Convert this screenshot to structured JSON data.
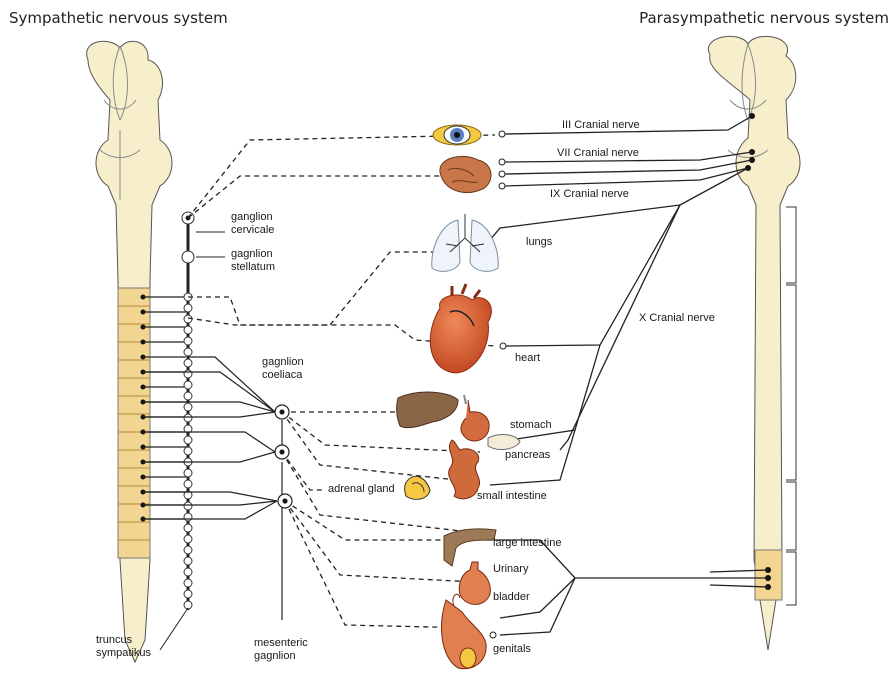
{
  "titles": {
    "left": "Sympathetic nervous system",
    "right": "Parasympathetic nervous system"
  },
  "labels": {
    "ganglion_cervicale": [
      "ganglion",
      "cervicale"
    ],
    "ganglion_stellatum": [
      "gagnlion",
      "stellatum"
    ],
    "ganglion_coeliaca": [
      "gagnlion",
      "coeliaca"
    ],
    "truncus": [
      "truncus",
      "sympatikus"
    ],
    "mesenteric": [
      "mesenteric",
      "gagnlion"
    ],
    "cn3": "III Cranial nerve",
    "cn7": "VII Cranial nerve",
    "cn9": "IX Cranial nerve",
    "cn10": "X Cranial nerve",
    "lungs": "lungs",
    "heart": "heart",
    "stomach": "stomach",
    "pancreas": "pancreas",
    "adrenal": "adrenal gland",
    "small_intestine": "small intestine",
    "large_intestine": "large intestine",
    "bladder": [
      "Urinary",
      "bladder"
    ],
    "genitals": "genitals"
  },
  "colors": {
    "cord": "#f7efcc",
    "cord_stroke": "#555555",
    "lumbar": "#f3d592",
    "organ_red": "#d4542a",
    "organ_brown": "#a07c5a",
    "line": "#222222"
  }
}
